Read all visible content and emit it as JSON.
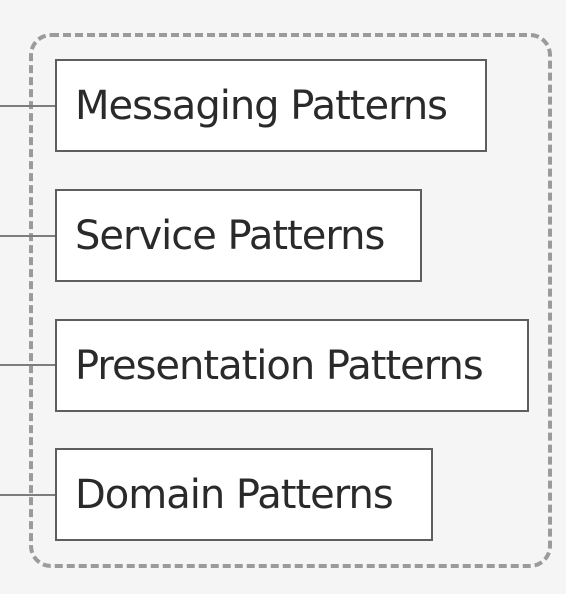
{
  "diagram": {
    "nodes": [
      {
        "id": "messaging",
        "label": "Messaging Patterns"
      },
      {
        "id": "service",
        "label": "Service Patterns"
      },
      {
        "id": "presentation",
        "label": "Presentation Patterns"
      },
      {
        "id": "domain",
        "label": "Domain Patterns"
      }
    ],
    "colors": {
      "background": "#f5f5f5",
      "node_fill": "#ffffff",
      "node_border": "#5e5e5e",
      "group_border": "#9b9b9b",
      "connector": "#7d7d7d",
      "text": "#2a2a2a"
    }
  }
}
